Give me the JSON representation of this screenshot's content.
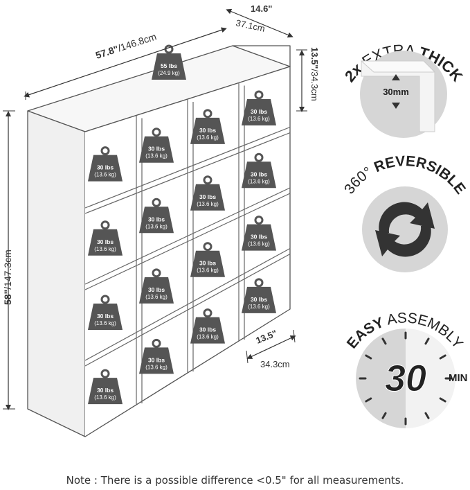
{
  "dimensions": {
    "width_in": "57.8\"",
    "width_cm": "146.8cm",
    "depth_in": "14.6\"",
    "depth_cm": "37.1cm",
    "cube_height_in": "13.5\"",
    "cube_height_cm": "34.3cm",
    "height_in": "58\"",
    "height_cm": "147.3cm",
    "cube_width_in": "13.5\"",
    "cube_width_cm": "34.3cm"
  },
  "top_load": {
    "lbs": "55 lbs",
    "kg": "(24.9 kg)"
  },
  "cube_load": {
    "lbs": "30 lbs",
    "kg": "(13.6 kg)"
  },
  "features": {
    "thick": {
      "prefix": "2x",
      "mid": "EXTRA",
      "bold": "THICK",
      "badge": "30mm"
    },
    "reversible": {
      "prefix": "360°",
      "bold": "REVERSIBLE"
    },
    "assembly": {
      "bold": "EASY",
      "rest": "ASSEMBLY",
      "number": "30",
      "unit": "MIN"
    }
  },
  "note": "Note : There is a possible difference <0.5\" for all measurements.",
  "colors": {
    "icon_dark": "#333333",
    "circle_bg": "#d6d6d6",
    "outline": "#666666"
  }
}
